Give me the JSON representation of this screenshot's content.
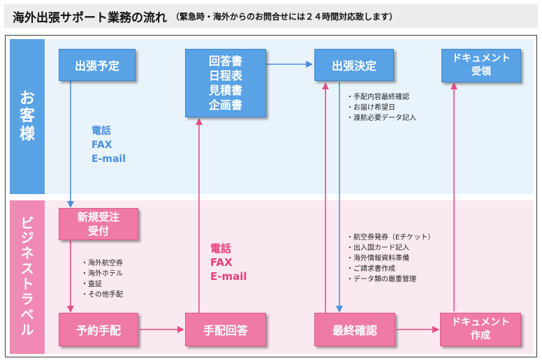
{
  "title": {
    "main": "海外出張サポート業務の流れ",
    "sub": "（緊急時・海外からのお問合せには２４時間対応致します）"
  },
  "lanes": {
    "customer": {
      "label": "お客様",
      "chars": [
        "お",
        "客",
        "様"
      ]
    },
    "business": {
      "label": "ビジネストラベル",
      "chars": [
        "ビ",
        "ジ",
        "ネ",
        "ス",
        "ト",
        "ラ",
        "ベ",
        "ル"
      ]
    }
  },
  "boxes": {
    "trip_plan": "出張予定",
    "answer_docs": "回答書\n日程表\n見積書\n企画書",
    "trip_decision": "出張決定",
    "doc_receive": "ドキュメント\n受領",
    "new_order": "新規受注\n受付",
    "booking": "予約手配",
    "booking_answer": "手配回答",
    "final_check": "最終確認",
    "doc_create": "ドキュメント\n作成"
  },
  "contact_customer": {
    "line1": "電話",
    "line2": "FAX",
    "line3": "E-mail"
  },
  "contact_business": {
    "line1": "電話",
    "line2": "FAX",
    "line3": "E-mail"
  },
  "notes": {
    "trip_decision": [
      "手配内容最終確認",
      "お届け希望日",
      "渡航必要データ記入"
    ],
    "new_order": [
      "海外航空券",
      "海外ホテル",
      "査証",
      "その他手配"
    ],
    "final_check": [
      "航空券発券（Eチケット）",
      "出入国カード記入",
      "海外情報資料準備",
      "ご請求書作成",
      "データ類の厳重管理"
    ]
  },
  "colors": {
    "blue": "#5aa2e6",
    "pink": "#f07aa6",
    "blue_arrow": "#4a90e2",
    "pink_arrow": "#ea4c84"
  }
}
